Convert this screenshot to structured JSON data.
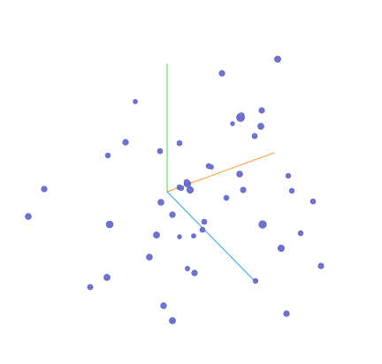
{
  "colors": {
    "background": "#ffffff",
    "point_fill": "#6f73cc",
    "point_stroke": "#5a5fbf",
    "axis_x": "#ff9a2e",
    "axis_y": "#4ee04e",
    "axis_z": "#2f9fe0",
    "axis_x_dark": "#b45f16"
  },
  "scene": {
    "type": "3d-scatter-viewer",
    "point_count": 49,
    "axes_shown": [
      "x-axis",
      "y-axis",
      "z-axis"
    ],
    "interaction": "orbit-drag"
  }
}
